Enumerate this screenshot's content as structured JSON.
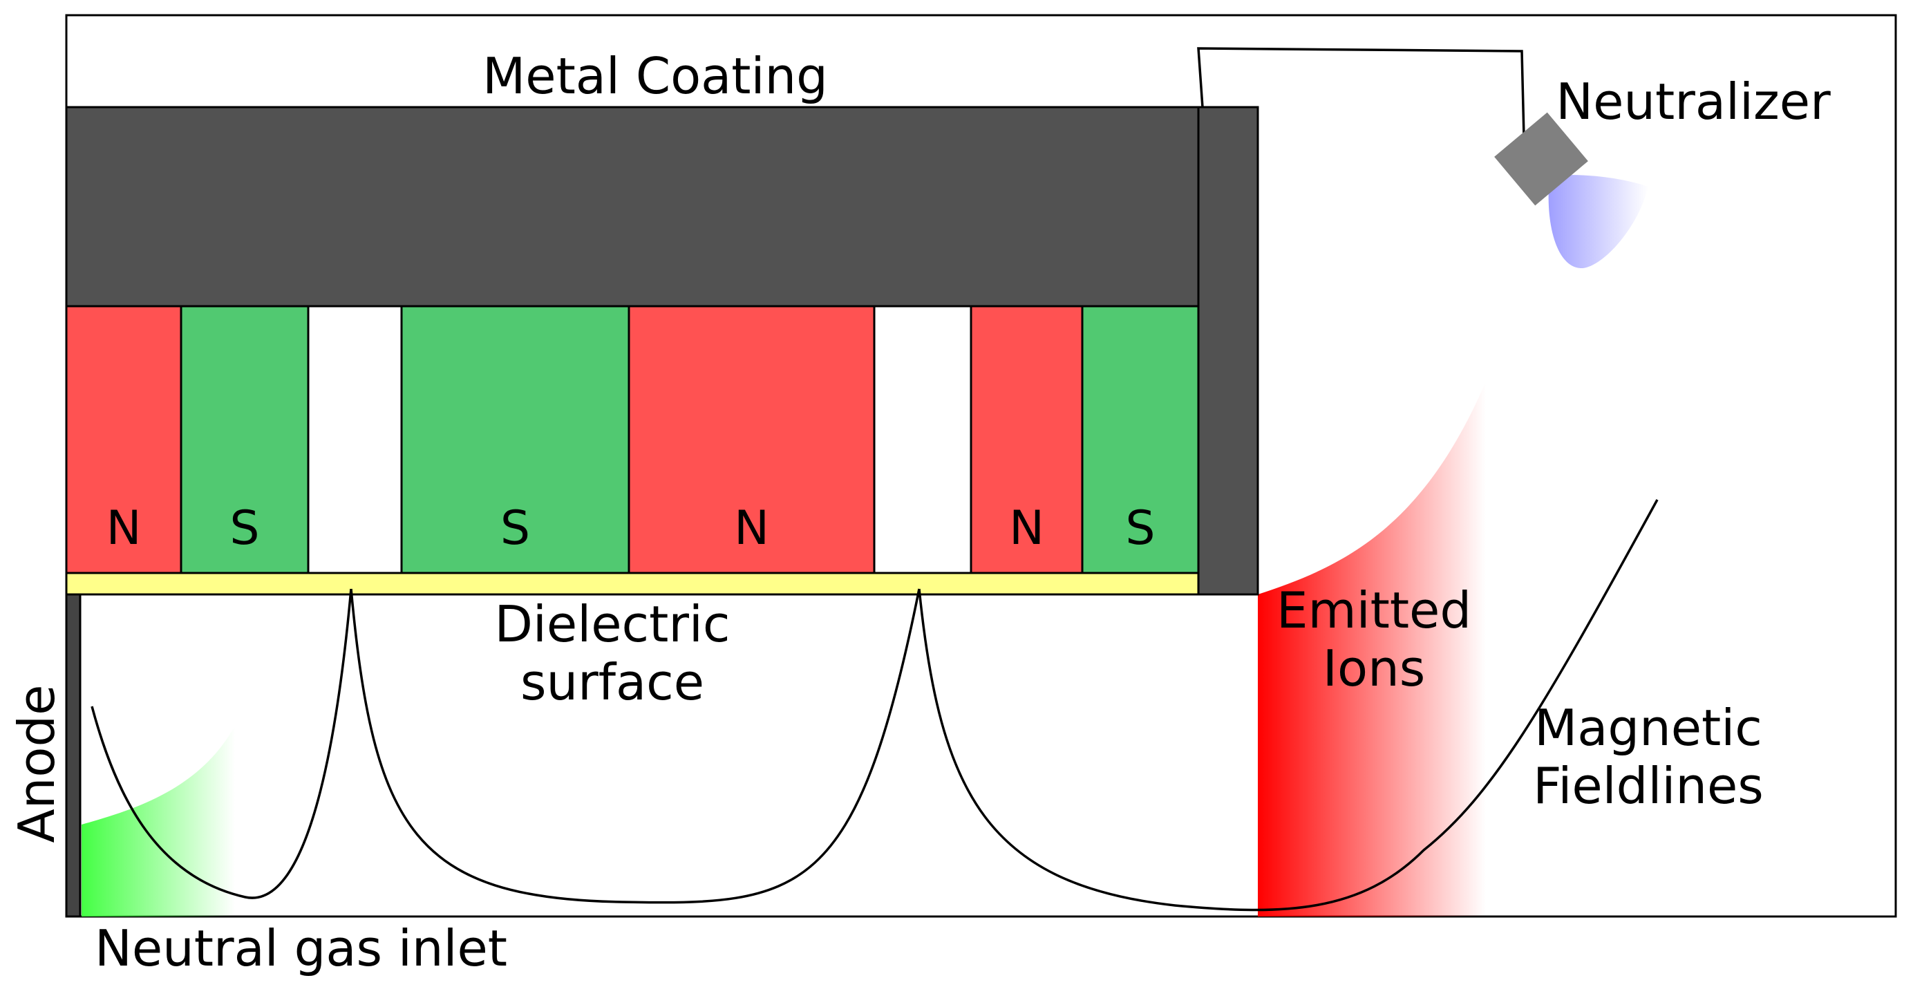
{
  "labels": {
    "metal_coating": "Metal Coating",
    "neutralizer": "Neutralizer",
    "dielectric_line1": "Dielectric",
    "dielectric_line2": "surface",
    "emitted_line1": "Emitted",
    "emitted_line2": "Ions",
    "magnetic_line1": "Magnetic",
    "magnetic_line2": "Fieldlines",
    "anode": "Anode",
    "gas_inlet": "Neutral gas inlet"
  },
  "magnets": [
    {
      "pole": "N",
      "polarity": "north"
    },
    {
      "pole": "S",
      "polarity": "south"
    },
    {
      "pole": "",
      "polarity": "gap"
    },
    {
      "pole": "S",
      "polarity": "south"
    },
    {
      "pole": "N",
      "polarity": "north"
    },
    {
      "pole": "",
      "polarity": "gap"
    },
    {
      "pole": "N",
      "polarity": "north"
    },
    {
      "pole": "S",
      "polarity": "south"
    }
  ],
  "colors": {
    "north": "#ff5252",
    "south": "#51c971",
    "gap": "#ffffff",
    "metal_coating": "#525252",
    "dielectric": "#ffff8a",
    "anode": "#444444",
    "emitted_ions": "#ff0000",
    "neutral_gas": "#44ff44",
    "neutralizer_body": "#808080",
    "neutralizer_beam": "#9f9fff"
  }
}
